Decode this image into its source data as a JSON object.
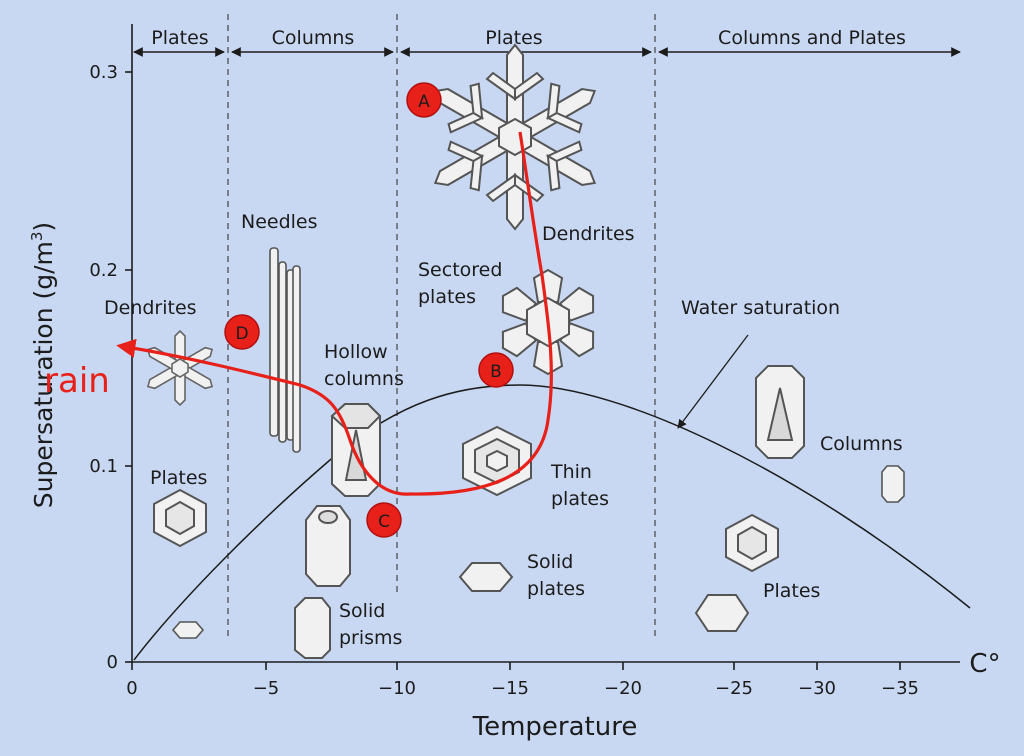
{
  "background": "#c9d8f2",
  "colors": {
    "ink": "#1c1c1c",
    "path": "#e8201a",
    "marker": "#e8201a",
    "crystal": "#f1f1f1"
  },
  "axes": {
    "x_title": "Temperature",
    "y_title": "Supersaturation (g/m",
    "y_title_sup": "3",
    "y_title_close": ")",
    "unit": "C°",
    "x_ticks": [
      "0",
      "−5",
      "−10",
      "−15",
      "−20",
      "−25",
      "−30",
      "−35"
    ],
    "y_ticks": [
      "0",
      "0.1",
      "0.2",
      "0.3"
    ]
  },
  "bands": [
    {
      "label": "Plates"
    },
    {
      "label": "Columns"
    },
    {
      "label": "Plates"
    },
    {
      "label": "Columns and Plates"
    }
  ],
  "labels": {
    "needles": "Needles",
    "dendrites_left": "Dendrites",
    "dendrites_top": "Dendrites",
    "sectored_1": "Sectored",
    "sectored_2": "plates",
    "hollow_1": "Hollow",
    "hollow_2": "columns",
    "thin_1": "Thin",
    "thin_2": "plates",
    "solid_plates_1": "Solid",
    "solid_plates_2": "plates",
    "solid_prisms_1": "Solid",
    "solid_prisms_2": "prisms",
    "plates_left": "Plates",
    "plates_right": "Plates",
    "columns_right": "Columns",
    "water_saturation": "Water saturation",
    "rain": "rain"
  },
  "markers": [
    "A",
    "B",
    "C",
    "D"
  ]
}
